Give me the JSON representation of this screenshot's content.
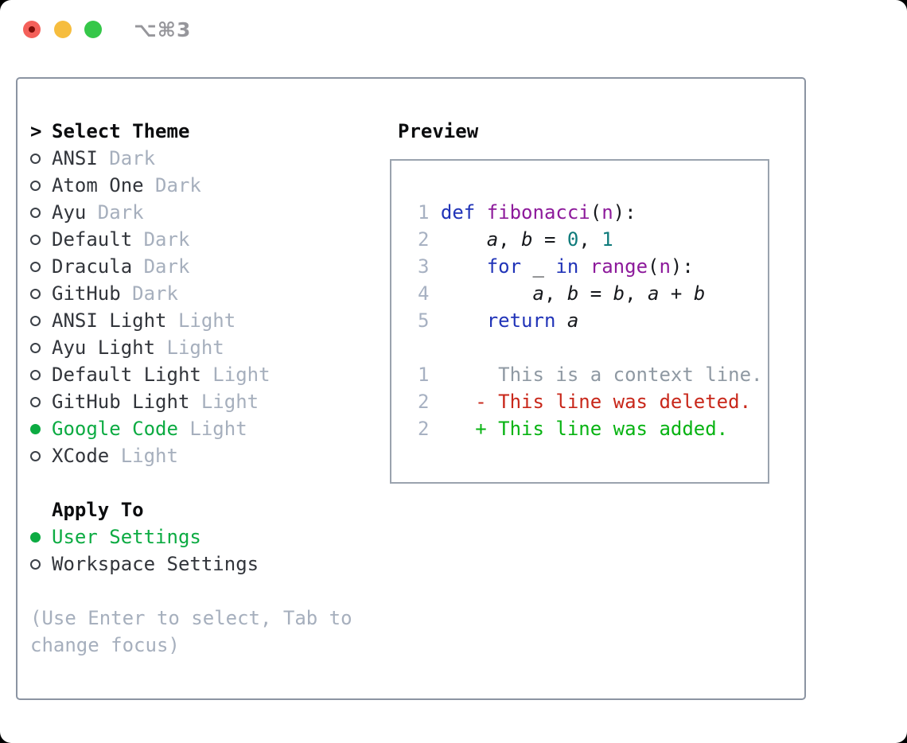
{
  "window": {
    "shortcut_title": "⌥⌘3",
    "traffic_lights": [
      "close",
      "minimize",
      "zoom"
    ]
  },
  "colors": {
    "selection_green": "#0cab42",
    "muted_gray": "#a6afbd",
    "keyword_blue": "#2134b8",
    "function_purple": "#8d1a9b",
    "literal_teal": "#0f7b7b",
    "plain_code": "#17191d",
    "line_number_gray": "#a7b1c2",
    "diff_context_gray": "#8f99a3",
    "diff_deleted_red": "#c8271a",
    "diff_added_green": "#07b312",
    "panel_border": "#8b94a2",
    "preview_border": "#9aa3ae",
    "traffic_red": "#f4605a",
    "traffic_yellow": "#f6bd3e",
    "traffic_green": "#35c749"
  },
  "theme_picker": {
    "prompt": ">",
    "title": "Select Theme",
    "items": [
      {
        "name": "ANSI",
        "variant": "Dark",
        "selected": false
      },
      {
        "name": "Atom One",
        "variant": "Dark",
        "selected": false
      },
      {
        "name": "Ayu",
        "variant": "Dark",
        "selected": false
      },
      {
        "name": "Default",
        "variant": "Dark",
        "selected": false
      },
      {
        "name": "Dracula",
        "variant": "Dark",
        "selected": false
      },
      {
        "name": "GitHub",
        "variant": "Dark",
        "selected": false
      },
      {
        "name": "ANSI Light",
        "variant": "Light",
        "selected": false
      },
      {
        "name": "Ayu Light",
        "variant": "Light",
        "selected": false
      },
      {
        "name": "Default Light",
        "variant": "Light",
        "selected": false
      },
      {
        "name": "GitHub Light",
        "variant": "Light",
        "selected": false
      },
      {
        "name": "Google Code",
        "variant": "Light",
        "selected": true
      },
      {
        "name": "XCode",
        "variant": "Light",
        "selected": false
      }
    ],
    "apply_to": {
      "title": "Apply To",
      "options": [
        {
          "label": "User Settings",
          "selected": true
        },
        {
          "label": "Workspace Settings",
          "selected": false
        }
      ]
    },
    "help_lines": [
      "(Use Enter to select, Tab to",
      "change focus)"
    ]
  },
  "preview": {
    "title": "Preview",
    "lines": [
      [
        {
          "t": "1 ",
          "c": "num"
        },
        {
          "t": "def ",
          "c": "kw"
        },
        {
          "t": "fibonacci",
          "c": "fn"
        },
        {
          "t": "(",
          "c": "pln"
        },
        {
          "t": "n",
          "c": "fn"
        },
        {
          "t": "):",
          "c": "pln"
        }
      ],
      [
        {
          "t": "2 ",
          "c": "num"
        },
        {
          "t": "    ",
          "c": "pln"
        },
        {
          "t": "a",
          "c": "var"
        },
        {
          "t": ", ",
          "c": "pln"
        },
        {
          "t": "b",
          "c": "var"
        },
        {
          "t": " = ",
          "c": "pln"
        },
        {
          "t": "0",
          "c": "lit"
        },
        {
          "t": ", ",
          "c": "pln"
        },
        {
          "t": "1",
          "c": "lit"
        }
      ],
      [
        {
          "t": "3 ",
          "c": "num"
        },
        {
          "t": "    ",
          "c": "pln"
        },
        {
          "t": "for ",
          "c": "kw"
        },
        {
          "t": "_ ",
          "c": "pln"
        },
        {
          "t": "in ",
          "c": "kw"
        },
        {
          "t": "range",
          "c": "fn"
        },
        {
          "t": "(",
          "c": "pln"
        },
        {
          "t": "n",
          "c": "fn"
        },
        {
          "t": "):",
          "c": "pln"
        }
      ],
      [
        {
          "t": "4 ",
          "c": "num"
        },
        {
          "t": "        ",
          "c": "pln"
        },
        {
          "t": "a",
          "c": "var"
        },
        {
          "t": ", ",
          "c": "pln"
        },
        {
          "t": "b",
          "c": "var"
        },
        {
          "t": " = ",
          "c": "pln"
        },
        {
          "t": "b",
          "c": "var"
        },
        {
          "t": ", ",
          "c": "pln"
        },
        {
          "t": "a",
          "c": "var"
        },
        {
          "t": " + ",
          "c": "pln"
        },
        {
          "t": "b",
          "c": "var"
        }
      ],
      [
        {
          "t": "5 ",
          "c": "num"
        },
        {
          "t": "    ",
          "c": "pln"
        },
        {
          "t": "return ",
          "c": "kw"
        },
        {
          "t": "a",
          "c": "var"
        }
      ],
      [],
      [
        {
          "t": "1",
          "c": "num"
        },
        {
          "t": "      ",
          "c": "pln"
        },
        {
          "t": "This is a context line.",
          "c": "ctx"
        }
      ],
      [
        {
          "t": "2",
          "c": "num"
        },
        {
          "t": "    ",
          "c": "pln"
        },
        {
          "t": "- This line was deleted.",
          "c": "del"
        }
      ],
      [
        {
          "t": "2",
          "c": "num"
        },
        {
          "t": "    ",
          "c": "pln"
        },
        {
          "t": "+ This line was added.",
          "c": "add"
        }
      ]
    ]
  }
}
